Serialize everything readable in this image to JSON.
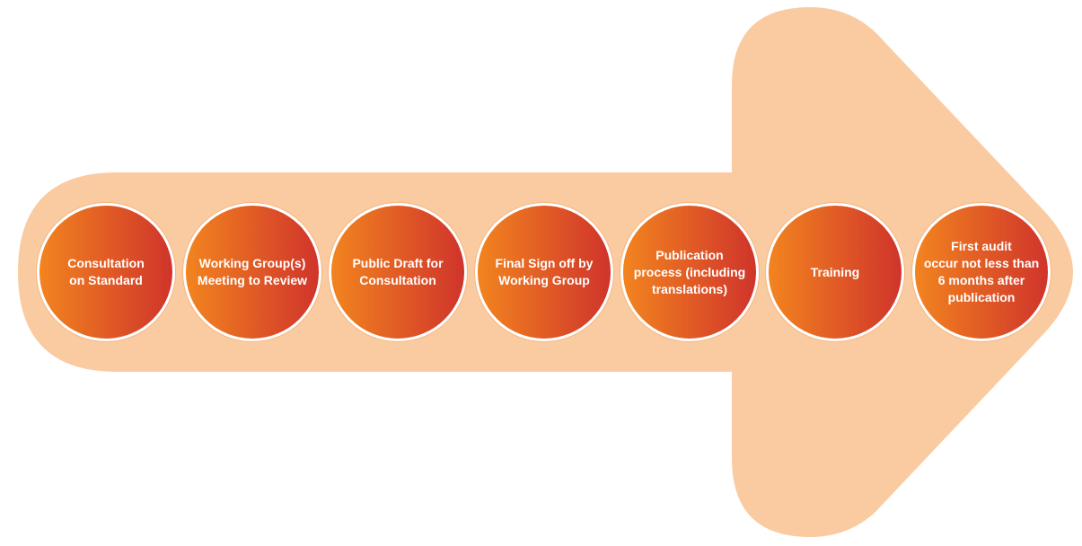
{
  "colors": {
    "arrow_fill": "#FACBA0",
    "circle_gradient_start": "#F2841F",
    "circle_gradient_end": "#D0342B",
    "circle_border": "#FFFFFF",
    "label_text": "#FFFFFF"
  },
  "steps": [
    {
      "label": "Consultation\non Standard"
    },
    {
      "label": "Working Group(s)\nMeeting to Review"
    },
    {
      "label": "Public Draft for\nConsultation"
    },
    {
      "label": "Final Sign off by\nWorking Group"
    },
    {
      "label": "Publication\nprocess (including\ntranslations)"
    },
    {
      "label": "Training"
    },
    {
      "label": "First audit\noccur not less than\n6 months after\npublication"
    }
  ]
}
